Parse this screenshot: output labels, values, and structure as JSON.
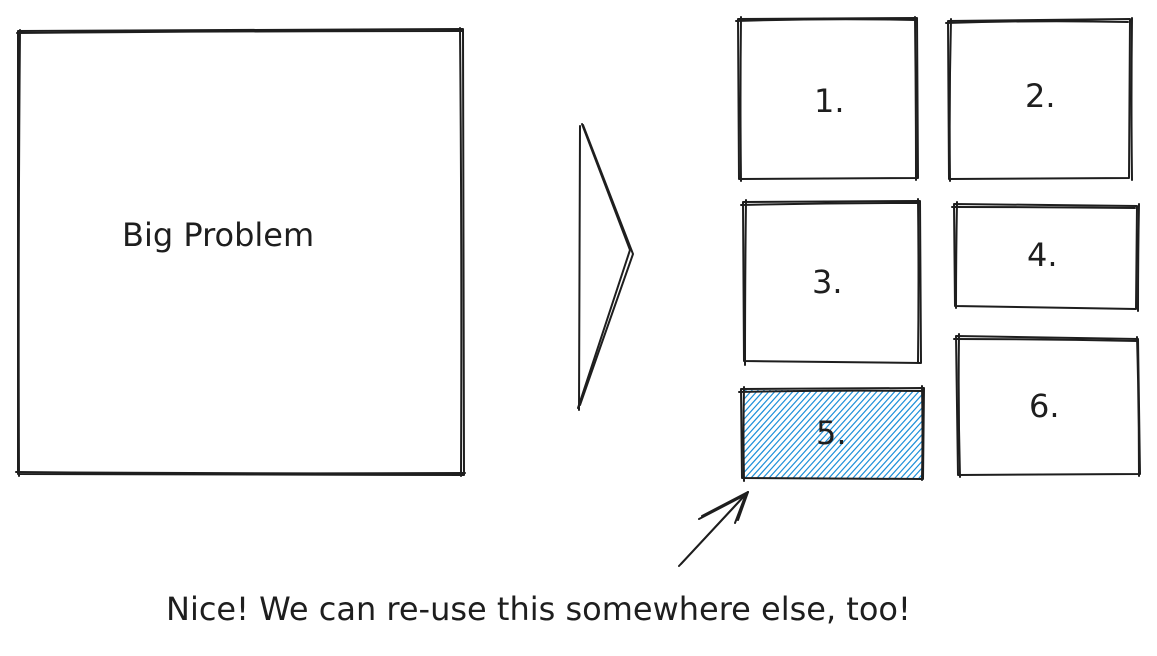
{
  "diagram": {
    "big_box_label": "Big Problem",
    "pieces": [
      {
        "label": "1.",
        "highlighted": false
      },
      {
        "label": "2.",
        "highlighted": false
      },
      {
        "label": "3.",
        "highlighted": false
      },
      {
        "label": "4.",
        "highlighted": false
      },
      {
        "label": "5.",
        "highlighted": true
      },
      {
        "label": "6.",
        "highlighted": false
      }
    ],
    "caption": "Nice! We can re-use this somewhere else, too!",
    "colors": {
      "stroke": "#1e1e1e",
      "hatch": "#1c8fd9",
      "background": "#ffffff"
    }
  }
}
